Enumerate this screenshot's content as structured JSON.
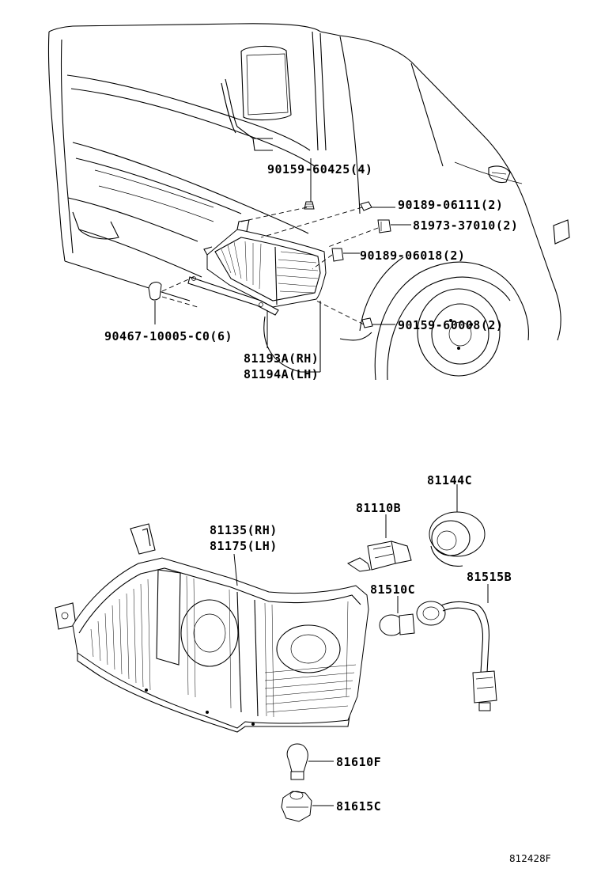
{
  "labels": {
    "p90159_60425": "90159-60425(4)",
    "p90189_06111": "90189-06111(2)",
    "p81973_37010": "81973-37010(2)",
    "p90189_06018": "90189-06018(2)",
    "p90159_60008": "90159-60008(2)",
    "p90467_10005": "90467-10005-C0(6)",
    "p81193A": "81193A(RH)",
    "p81194A": "81194A(LH)",
    "p81144C": "81144C",
    "p81110B": "81110B",
    "p81135": "81135(RH)",
    "p81175": "81175(LH)",
    "p81510C": "81510C",
    "p81515B": "81515B",
    "p81610F": "81610F",
    "p81615C": "81615C"
  },
  "reference_code": "812428F",
  "icons": [
    "truck-front-outline",
    "headlamp-assembly",
    "halogen-bulb",
    "socket",
    "wedge-bulb",
    "wire-harness",
    "bulb-cover",
    "clip",
    "screw"
  ]
}
